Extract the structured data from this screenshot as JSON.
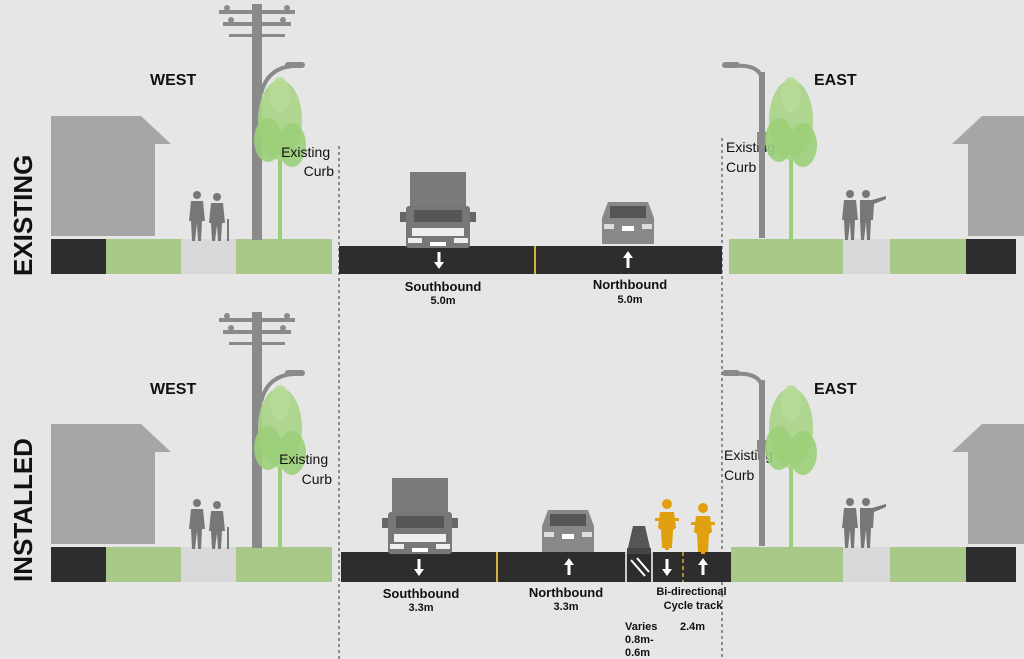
{
  "sections": [
    {
      "id": "existing",
      "label": "EXISTING",
      "west_label": "WEST",
      "east_label": "EAST",
      "west_curb": [
        "Existing",
        "Curb"
      ],
      "east_curb": [
        "Existing",
        "Curb"
      ],
      "lanes": [
        {
          "name": "Southbound",
          "width": "5.0m",
          "direction": "down"
        },
        {
          "name": "Northbound",
          "width": "5.0m",
          "direction": "up"
        }
      ]
    },
    {
      "id": "installed",
      "label": "INSTALLED",
      "west_label": "WEST",
      "east_label": "EAST",
      "west_curb": [
        "Existing",
        "Curb"
      ],
      "east_curb": [
        "Existing",
        "Curb"
      ],
      "lanes": [
        {
          "name": "Southbound",
          "width": "3.3m",
          "direction": "down"
        },
        {
          "name": "Northbound",
          "width": "3.3m",
          "direction": "up"
        }
      ],
      "buffer": {
        "lines": [
          "Varies",
          "0.8m-",
          "0.6m"
        ]
      },
      "cycle_track": {
        "lines": [
          "Bi-directional",
          "Cycle track"
        ],
        "width": "2.4m"
      }
    }
  ],
  "colors": {
    "background": "#e6e6e6",
    "road": "#2d2d2d",
    "grass": "#a8c98a",
    "sidewalk": "#d9d9d9",
    "building": "#a6a6a6",
    "tree": "#9ccf7a",
    "cyclist": "#e0a010",
    "lane_divider": "#d8b040"
  },
  "icons": [
    "arrow-down-icon",
    "arrow-up-icon",
    "truck-icon",
    "car-icon",
    "pedestrians-icon",
    "cyclist-icon",
    "utility-pole-icon",
    "street-light-icon",
    "tree-icon",
    "bollard-icon",
    "building-icon"
  ]
}
